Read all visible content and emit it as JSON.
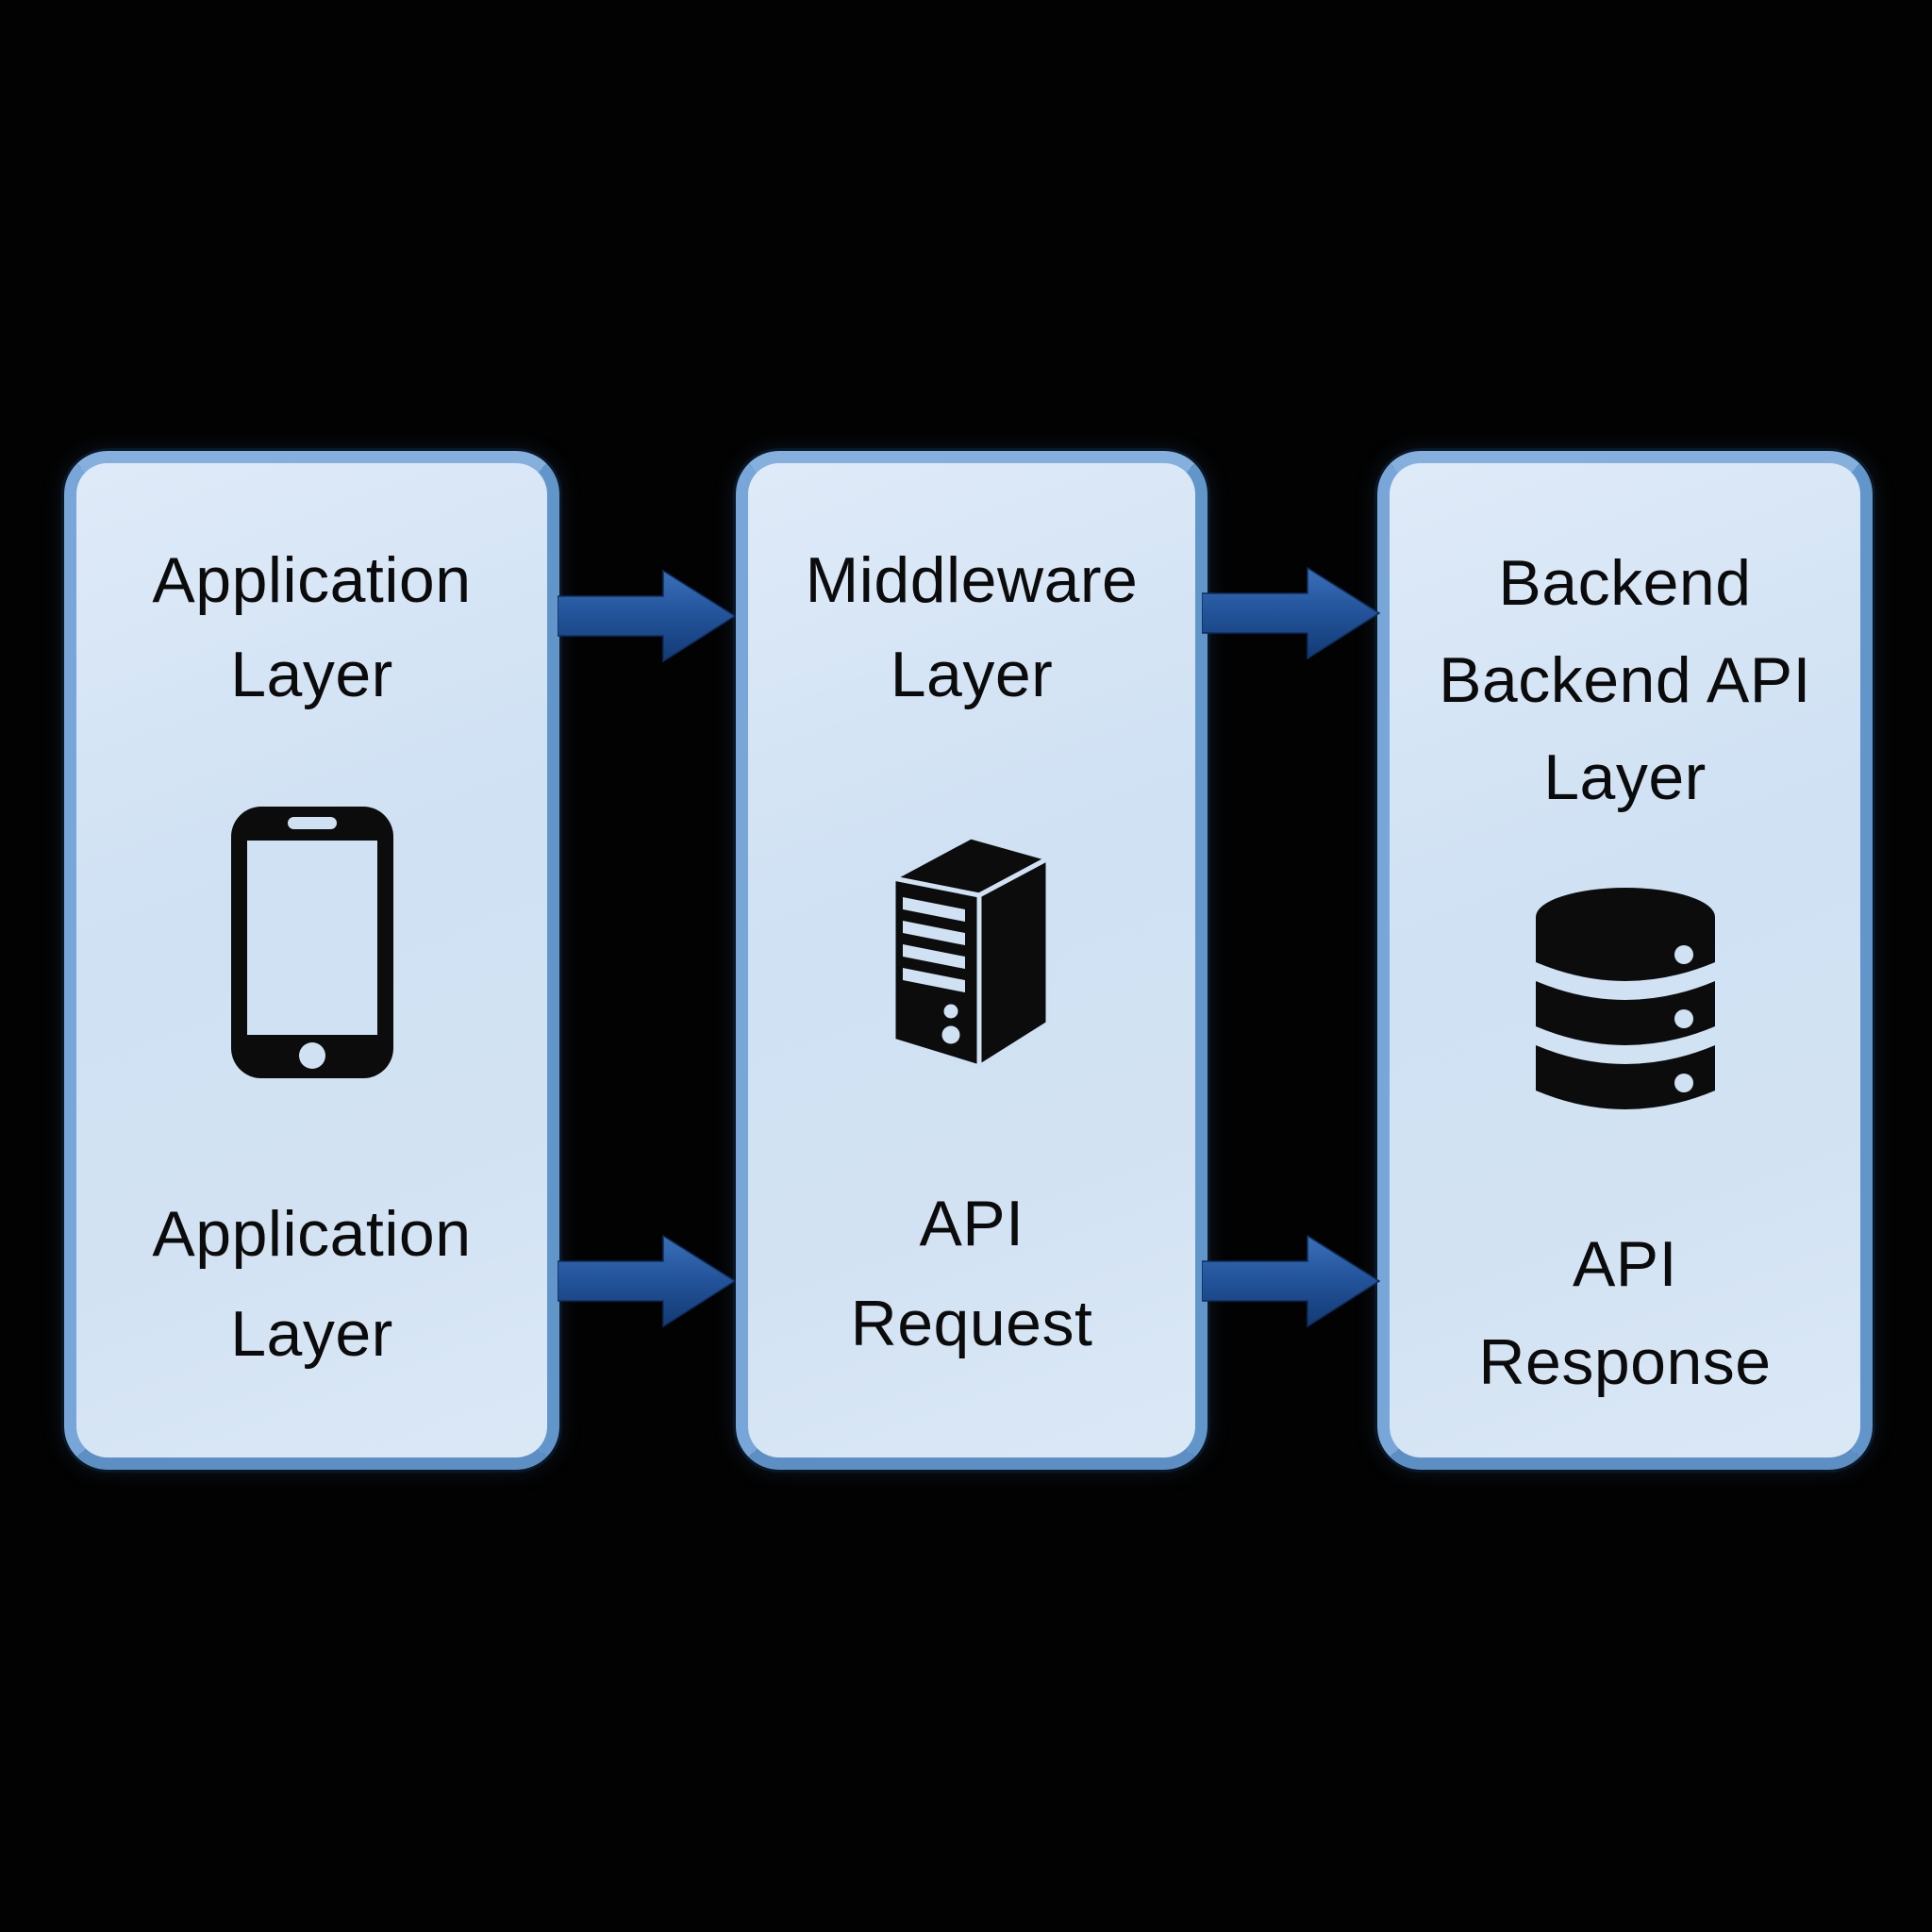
{
  "diagram": {
    "type": "flow-diagram",
    "direction": "left-to-right",
    "background_color": "#020202"
  },
  "colors": {
    "box_fill": "#d4e3f4",
    "box_border": "#6b9cd1",
    "arrow_top": "#336ab4",
    "arrow_bottom": "#123a74",
    "text": "#0b0b0b",
    "icon": "#0c0c0c"
  },
  "boxes": [
    {
      "id": "application-layer",
      "title_lines": [
        "Application",
        "Layer"
      ],
      "icon": "smartphone-icon",
      "bottom_lines": [
        "Application",
        "Layer"
      ]
    },
    {
      "id": "middleware-layer",
      "title_lines": [
        "Middleware",
        "Layer"
      ],
      "icon": "server-icon",
      "bottom_lines": [
        "API",
        "Request"
      ]
    },
    {
      "id": "backend-api-layer",
      "title_lines": [
        "Backend",
        "Backend API",
        "Layer"
      ],
      "icon": "database-icon",
      "bottom_lines": [
        "API",
        "Response"
      ]
    }
  ],
  "arrows": [
    {
      "id": "arrow-app-to-middleware-top",
      "from": "application-layer",
      "to": "middleware-layer"
    },
    {
      "id": "arrow-middleware-to-backend-top",
      "from": "middleware-layer",
      "to": "backend-api-layer"
    },
    {
      "id": "arrow-app-to-middleware-bottom",
      "from": "application-layer",
      "to": "middleware-layer"
    },
    {
      "id": "arrow-middleware-to-backend-bottom",
      "from": "middleware-layer",
      "to": "backend-api-layer"
    }
  ]
}
